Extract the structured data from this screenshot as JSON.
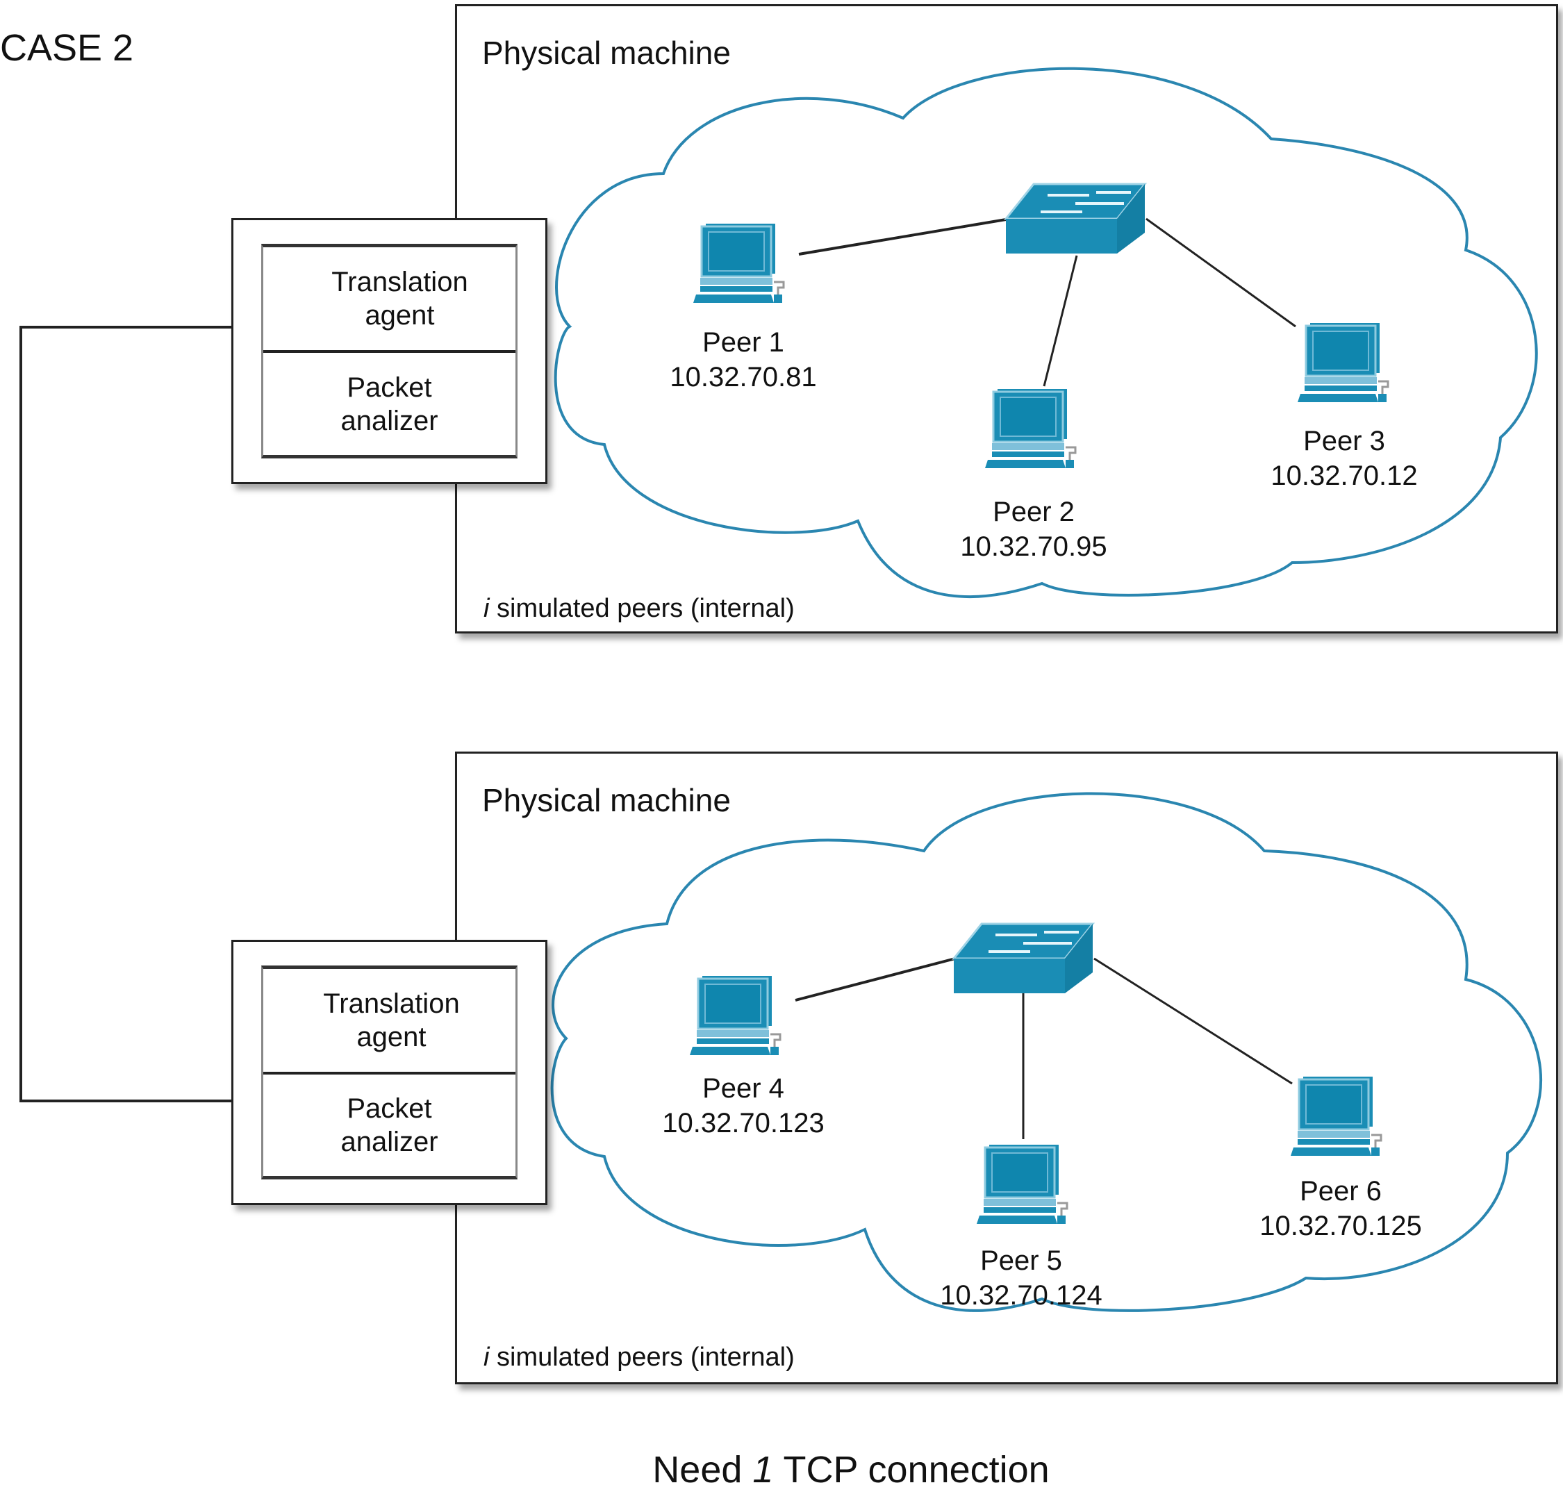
{
  "title": "CASE 2",
  "machines": [
    {
      "title": "Physical machine",
      "note_var": "i",
      "note_text": " simulated peers (internal)",
      "agent": {
        "top": "Translation\nagent",
        "top_line1": "Translation",
        "top_line2": "agent",
        "bottom_line1": "Packet",
        "bottom_line2": "analizer"
      },
      "peers": [
        {
          "name": "Peer 1",
          "ip": "10.32.70.81"
        },
        {
          "name": "Peer 2",
          "ip": "10.32.70.95"
        },
        {
          "name": "Peer 3",
          "ip": "10.32.70.12"
        }
      ]
    },
    {
      "title": "Physical machine",
      "note_var": "i",
      "note_text": " simulated peers (internal)",
      "agent": {
        "top_line1": "Translation",
        "top_line2": "agent",
        "bottom_line1": "Packet",
        "bottom_line2": "analizer"
      },
      "peers": [
        {
          "name": "Peer 4",
          "ip": "10.32.70.123"
        },
        {
          "name": "Peer 5",
          "ip": "10.32.70.124"
        },
        {
          "name": "Peer 6",
          "ip": "10.32.70.125"
        }
      ]
    }
  ],
  "footer": {
    "prefix": "Need ",
    "count": "1",
    "suffix": " TCP connection"
  },
  "colors": {
    "device": "#1a8db5",
    "cloud": "#2a86b0",
    "line": "#222222"
  }
}
